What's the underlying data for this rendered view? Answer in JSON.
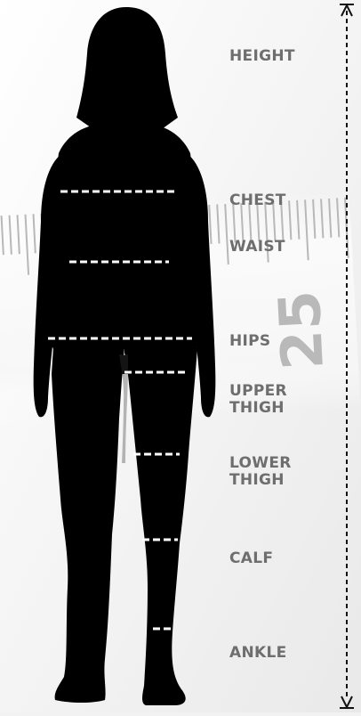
{
  "diagram": {
    "labels": {
      "height": "HEIGHT",
      "chest": "CHEST",
      "waist": "WAIST",
      "hips": "HIPS",
      "upper_thigh": "UPPER\nTHIGH",
      "lower_thigh": "LOWER\nTHIGH",
      "calf": "CALF",
      "ankle": "ANKLE"
    },
    "tape_number": "25",
    "colors": {
      "background": "#f2f2f2",
      "silhouette": "#000000",
      "label_text": "#6e6e6e",
      "measure_line": "#ffffff",
      "height_arrow": "#111111",
      "tape": "#fafafa",
      "tape_ticks": "#b8b8b8"
    }
  }
}
